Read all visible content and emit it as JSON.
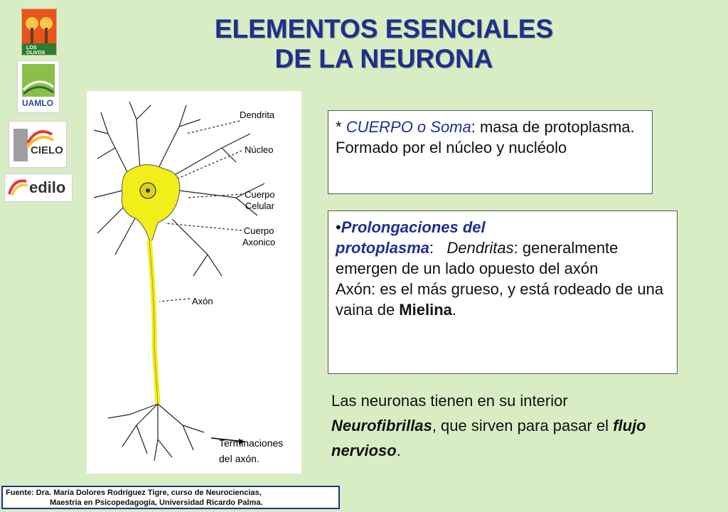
{
  "title": {
    "line1": "ELEMENTOS ESENCIALES",
    "line2": "DE LA NEURONA"
  },
  "logos": [
    {
      "name": "los-olivos-logo",
      "text": "LOS OLIVOS"
    },
    {
      "name": "uamlo-logo",
      "text": "UAMLO"
    },
    {
      "name": "cielo-logo",
      "text": "CIELO"
    },
    {
      "name": "edilo-logo",
      "text": "edilo"
    }
  ],
  "neuron_labels": {
    "dendrita": "Dendrita",
    "nucleo": "Núcleo",
    "cuerpo_celular_1": "Cuerpo",
    "cuerpo_celular_2": "Celular",
    "cuerpo_axonico_1": "Cuerpo",
    "cuerpo_axonico_2": "Axonico",
    "axon": "Axón",
    "terminaciones_1": "Terminaciones",
    "terminaciones_2": "del axón."
  },
  "box1": {
    "prefix": "* ",
    "term": "CUERPO o Soma",
    "rest": ": masa de protoplasma. Formado por el núcleo y nucléolo"
  },
  "box2": {
    "bullet": "•",
    "term": "Prolongaciones del protoplasma",
    "colon": ":   ",
    "dendritas_term": "Dendritas",
    "dendritas_text": ": generalmente emergen de un lado opuesto del axón",
    "axon_text": "Axón: es el más grueso, y está rodeado de una vaina de ",
    "mielina": "Mielina",
    "end": "."
  },
  "paragraph": {
    "p1": "Las neuronas tienen en su interior ",
    "neurofibrillas": "Neurofibrillas",
    "p2": ", que sirven para pasar el ",
    "flujo": "flujo nervioso",
    "p3": "."
  },
  "footer": {
    "line1": "Fuente: Dra. María Dolores Rodríguez Tigre, curso de Neurociencias,",
    "line2": "Maestría en Psicopedagogía, Universidad Ricardo Palma."
  },
  "colors": {
    "background": "#d9edc4",
    "title": "#1f2f8f",
    "soma": "#f2ee1a",
    "accent_blue": "#1f2f8f"
  }
}
